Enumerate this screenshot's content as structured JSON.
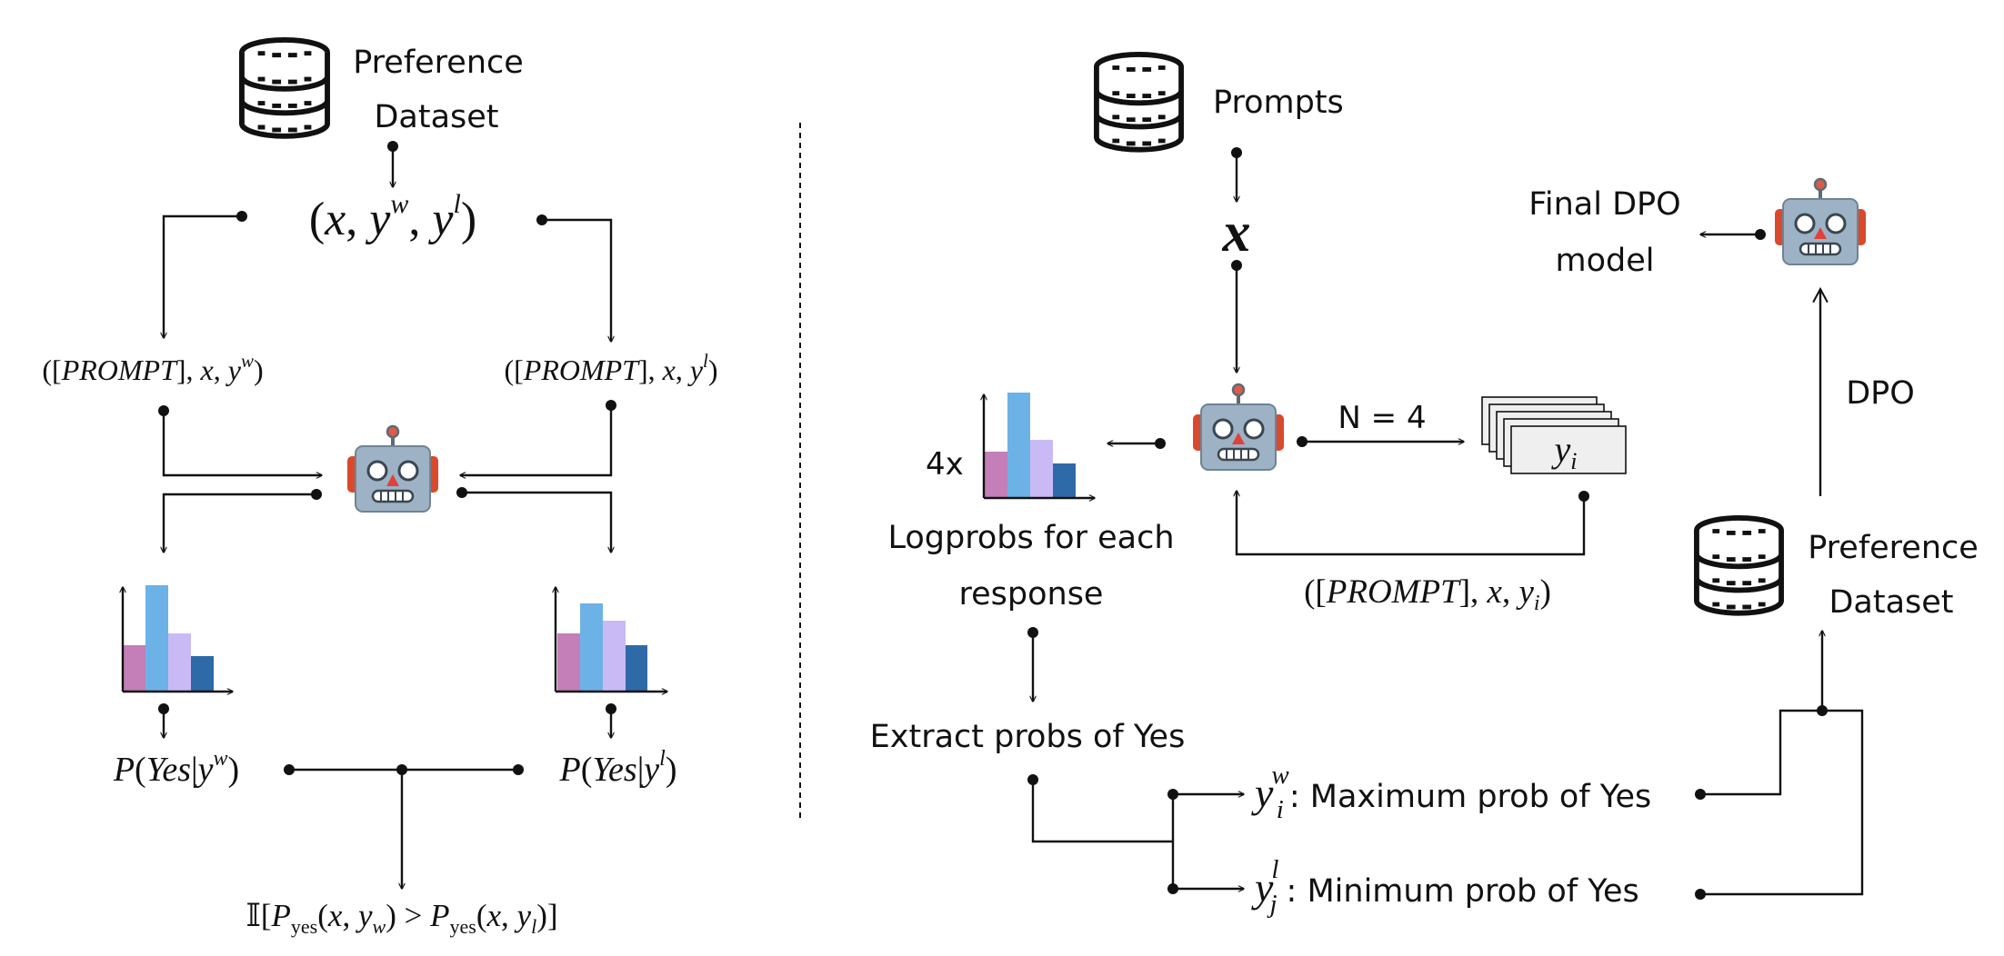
{
  "colors": {
    "bar1": "#c47fb9",
    "bar2": "#6cb2e6",
    "bar3": "#c9baf6",
    "bar4": "#2f6aa8",
    "robot_body": "#9db2c4",
    "robot_ears": "#d94a2c",
    "line": "#111111"
  },
  "icons": {
    "dataset": "database-icon",
    "model": "robot-icon",
    "distribution": "bar-histogram-icon"
  },
  "left": {
    "dataset_label_line1": "Preference",
    "dataset_label_line2": "Dataset",
    "triple": {
      "open": "(",
      "x": "x",
      "comma1": ", ",
      "y": "y",
      "w": "w",
      "comma2": ", ",
      "l": "l",
      "close": ")"
    },
    "prompt_chosen": {
      "open": "([",
      "prompt": "PROMPT",
      "mid": "], ",
      "x": "x",
      "comma": ", ",
      "y": "y",
      "sup": "w",
      "close": ")"
    },
    "prompt_rejected": {
      "open": "([",
      "prompt": "PROMPT",
      "mid": "], ",
      "x": "x",
      "comma": ", ",
      "y": "y",
      "sup": "l",
      "close": ")"
    },
    "p_chosen": {
      "p": "P",
      "open": "(",
      "yes": "Yes",
      "bar": "|",
      "y": "y",
      "sup": "w",
      "close": ")"
    },
    "p_rejected": {
      "p": "P",
      "open": "(",
      "yes": "Yes",
      "bar": "|",
      "y": "y",
      "sup": "l",
      "close": ")"
    },
    "indicator": {
      "bb": "𝕀",
      "open": "[",
      "p1": "P",
      "sub1": "yes",
      "args1_open": "(",
      "x1": "x",
      "c1": ", ",
      "y1": "y",
      "ysub1": "w",
      "args1_close": ")",
      "gt": " > ",
      "p2": "P",
      "sub2": "yes",
      "args2_open": "(",
      "x2": "x",
      "c2": ", ",
      "y2": "y",
      "ysub2": "l",
      "args2_close": ")",
      "close": "]"
    }
  },
  "right": {
    "prompts_label": "Prompts",
    "x_label": "x",
    "n_label": "N = 4",
    "response_y": "y",
    "response_sub": "i",
    "logprobs_multiplier": "4x",
    "logprobs_line1": "Logprobs for each",
    "logprobs_line2": "response",
    "prompt_loop": {
      "open": "([",
      "prompt": "PROMPT",
      "mid": "], ",
      "x": "x",
      "comma": ", ",
      "y": "y",
      "sub": "i",
      "close": ")"
    },
    "extract_label": "Extract probs of Yes",
    "chosen": {
      "y": "y",
      "sup": "w",
      "sub": "i",
      "desc": ": Maximum prob of Yes"
    },
    "rejected": {
      "y": "y",
      "sup": "l",
      "sub": "j",
      "desc": ": Minimum prob of Yes"
    },
    "dataset_label_line1": "Preference",
    "dataset_label_line2": "Dataset",
    "dpo_label": "DPO",
    "final_label_line1": "Final DPO",
    "final_label_line2": "model"
  }
}
